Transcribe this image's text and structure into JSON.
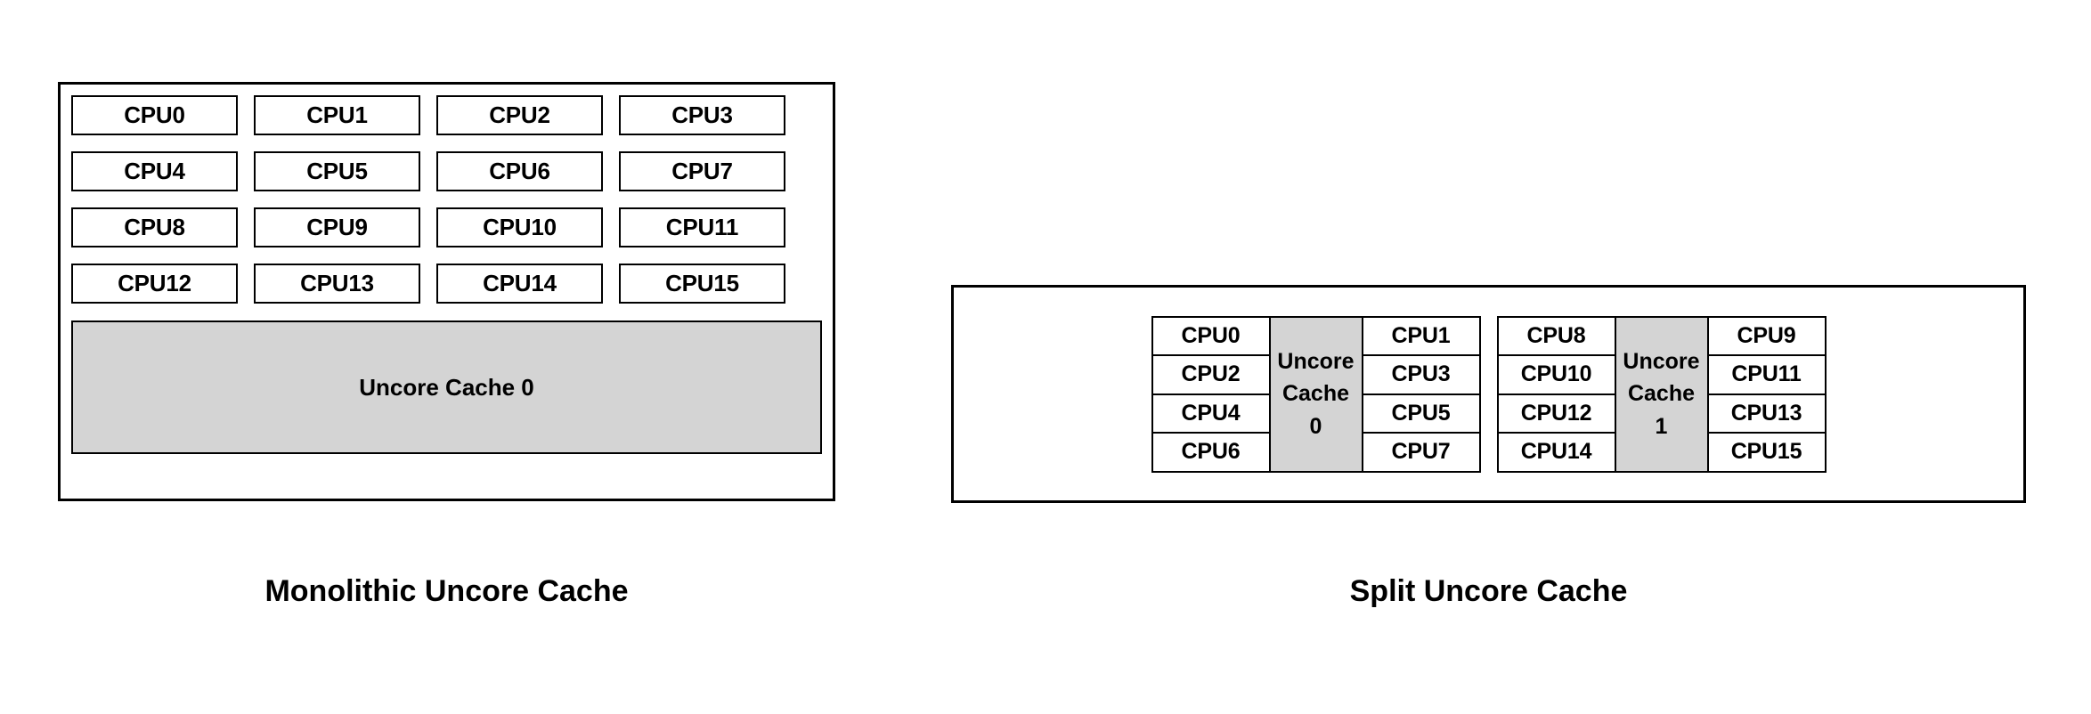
{
  "figures": [
    {
      "id": "monolithic",
      "caption": "Monolithic Uncore Cache",
      "cpus": [
        "CPU0",
        "CPU1",
        "CPU2",
        "CPU3",
        "CPU4",
        "CPU5",
        "CPU6",
        "CPU7",
        "CPU8",
        "CPU9",
        "CPU10",
        "CPU11",
        "CPU12",
        "CPU13",
        "CPU14",
        "CPU15"
      ],
      "grid": {
        "columns": 4,
        "rows": 4
      },
      "uncore_cache": {
        "label": "Uncore Cache 0",
        "fill": "#d4d4d4"
      }
    },
    {
      "id": "split",
      "caption": "Split Uncore Cache",
      "clusters": [
        {
          "left_cpus": [
            "CPU0",
            "CPU2",
            "CPU4",
            "CPU6"
          ],
          "cache_line1": "Uncore",
          "cache_line2": "Cache",
          "cache_line3": "0",
          "right_cpus": [
            "CPU1",
            "CPU3",
            "CPU5",
            "CPU7"
          ]
        },
        {
          "left_cpus": [
            "CPU8",
            "CPU10",
            "CPU12",
            "CPU14"
          ],
          "cache_line1": "Uncore",
          "cache_line2": "Cache",
          "cache_line3": "1",
          "right_cpus": [
            "CPU9",
            "CPU11",
            "CPU13",
            "CPU15"
          ]
        }
      ],
      "cache_fill": "#d4d4d4"
    }
  ],
  "colors": {
    "background": "#ffffff",
    "border": "#000000",
    "cache_fill": "#d4d4d4",
    "text": "#000000"
  }
}
